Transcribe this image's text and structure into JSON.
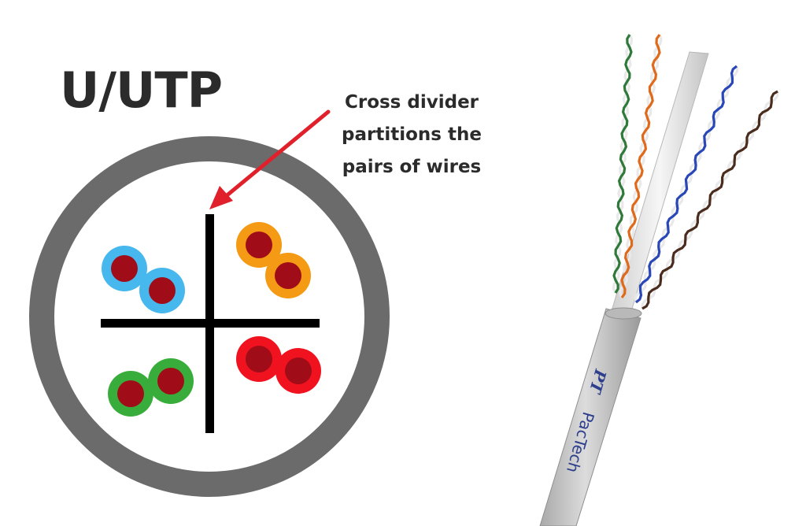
{
  "title": "U/UTP",
  "callout": {
    "lines": [
      "Cross divider",
      "partitions the",
      "pairs of wires"
    ]
  },
  "cable_print": {
    "logo": "PT",
    "brand": "PacTech"
  },
  "colors": {
    "text": "#2b2b2b",
    "jacket": "#6b6b6b",
    "divider": "#000000",
    "arrow": "#e0202a",
    "conductor": "#a00c18",
    "pair_blue": "#47b8ee",
    "pair_orange": "#f49a14",
    "pair_green": "#39ad3b",
    "pair_red": "#f0131f",
    "cable_jacket": "#c9c9c9",
    "print_ink": "#2c3e8c"
  },
  "pairs": [
    {
      "name": "blue-pair",
      "color": "pair_blue"
    },
    {
      "name": "orange-pair",
      "color": "pair_orange"
    },
    {
      "name": "green-pair",
      "color": "pair_green"
    },
    {
      "name": "red-pair",
      "color": "pair_red"
    }
  ],
  "wires": [
    {
      "name": "green-twisted-pair",
      "color": "#2f7a3a"
    },
    {
      "name": "orange-twisted-pair",
      "color": "#e06a1c"
    },
    {
      "name": "blue-twisted-pair",
      "color": "#2a47b8"
    },
    {
      "name": "brown-twisted-pair",
      "color": "#4a2c1e"
    }
  ]
}
